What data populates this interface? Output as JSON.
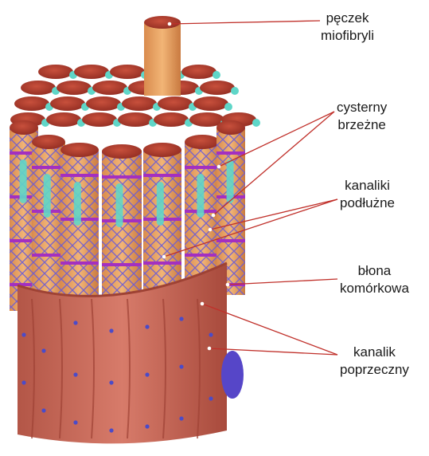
{
  "diagram": {
    "labels": [
      {
        "id": "bundle",
        "lines": [
          "pęczek",
          "miofibryli"
        ]
      },
      {
        "id": "cisterns",
        "lines": [
          "cysterny",
          "brzeżne"
        ]
      },
      {
        "id": "longitudinal",
        "lines": [
          "kanaliki",
          "podłużne"
        ]
      },
      {
        "id": "membrane",
        "lines": [
          "błona",
          "komórkowa"
        ]
      },
      {
        "id": "transverse",
        "lines": [
          "kanalik",
          "poprzeczny"
        ]
      }
    ],
    "colors": {
      "fibril_top": "#b5402e",
      "fibril_side": "#e8a060",
      "reticulum": "#6a5bd6",
      "cistern": "#5fd6c8",
      "membrane": "#c7685a",
      "leader_line": "#c0302a",
      "dots": "#4b4bc8"
    }
  }
}
